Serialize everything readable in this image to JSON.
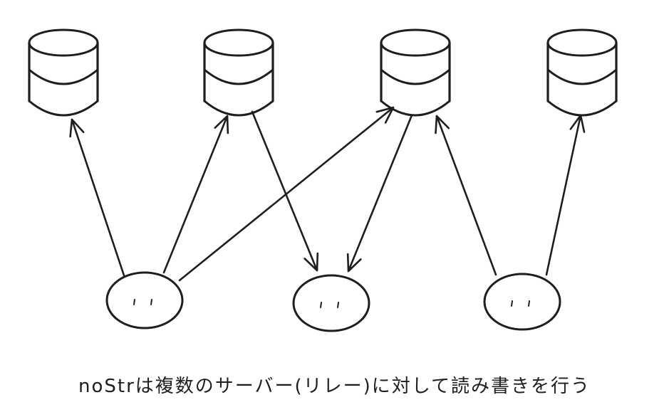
{
  "diagram": {
    "caption": "noStrは複数のサーバー(リレー)に対して読み書きを行う",
    "stroke_color": "#1e1e1e",
    "background_color": "#ffffff",
    "relays": [
      {
        "id": "relay-1",
        "type": "database"
      },
      {
        "id": "relay-2",
        "type": "database"
      },
      {
        "id": "relay-3",
        "type": "database"
      },
      {
        "id": "relay-4",
        "type": "database"
      }
    ],
    "clients": [
      {
        "id": "client-1",
        "type": "face"
      },
      {
        "id": "client-2",
        "type": "face"
      },
      {
        "id": "client-3",
        "type": "face"
      }
    ],
    "connections": [
      {
        "from": "client-1",
        "to": "relay-1",
        "direction": "write"
      },
      {
        "from": "client-1",
        "to": "relay-2",
        "direction": "write"
      },
      {
        "from": "client-1",
        "to": "relay-3",
        "direction": "write"
      },
      {
        "from": "relay-2",
        "to": "client-2",
        "direction": "read"
      },
      {
        "from": "relay-3",
        "to": "client-2",
        "direction": "read"
      },
      {
        "from": "client-3",
        "to": "relay-3",
        "direction": "write"
      },
      {
        "from": "client-3",
        "to": "relay-4",
        "direction": "write"
      }
    ]
  }
}
